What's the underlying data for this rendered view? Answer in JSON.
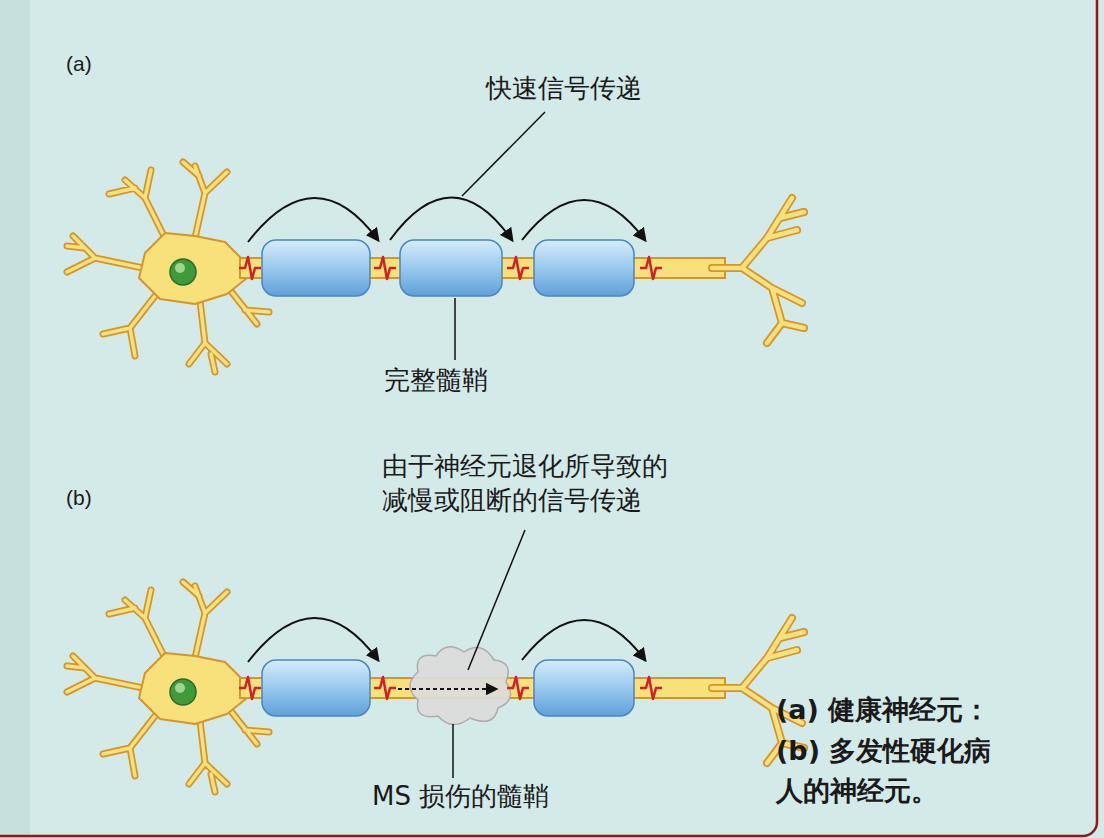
{
  "diagram": {
    "caption": "(a) 健康神经元： (b) 多发性硬化病 人的神经元。",
    "labels": [
      "(a)",
      "快速信号传递",
      "完整髓鞘",
      "(b)",
      "由于神经元退化所导致的 减慢或阻断的信号传递",
      "MS 损伤的髓鞘"
    ]
  }
}
